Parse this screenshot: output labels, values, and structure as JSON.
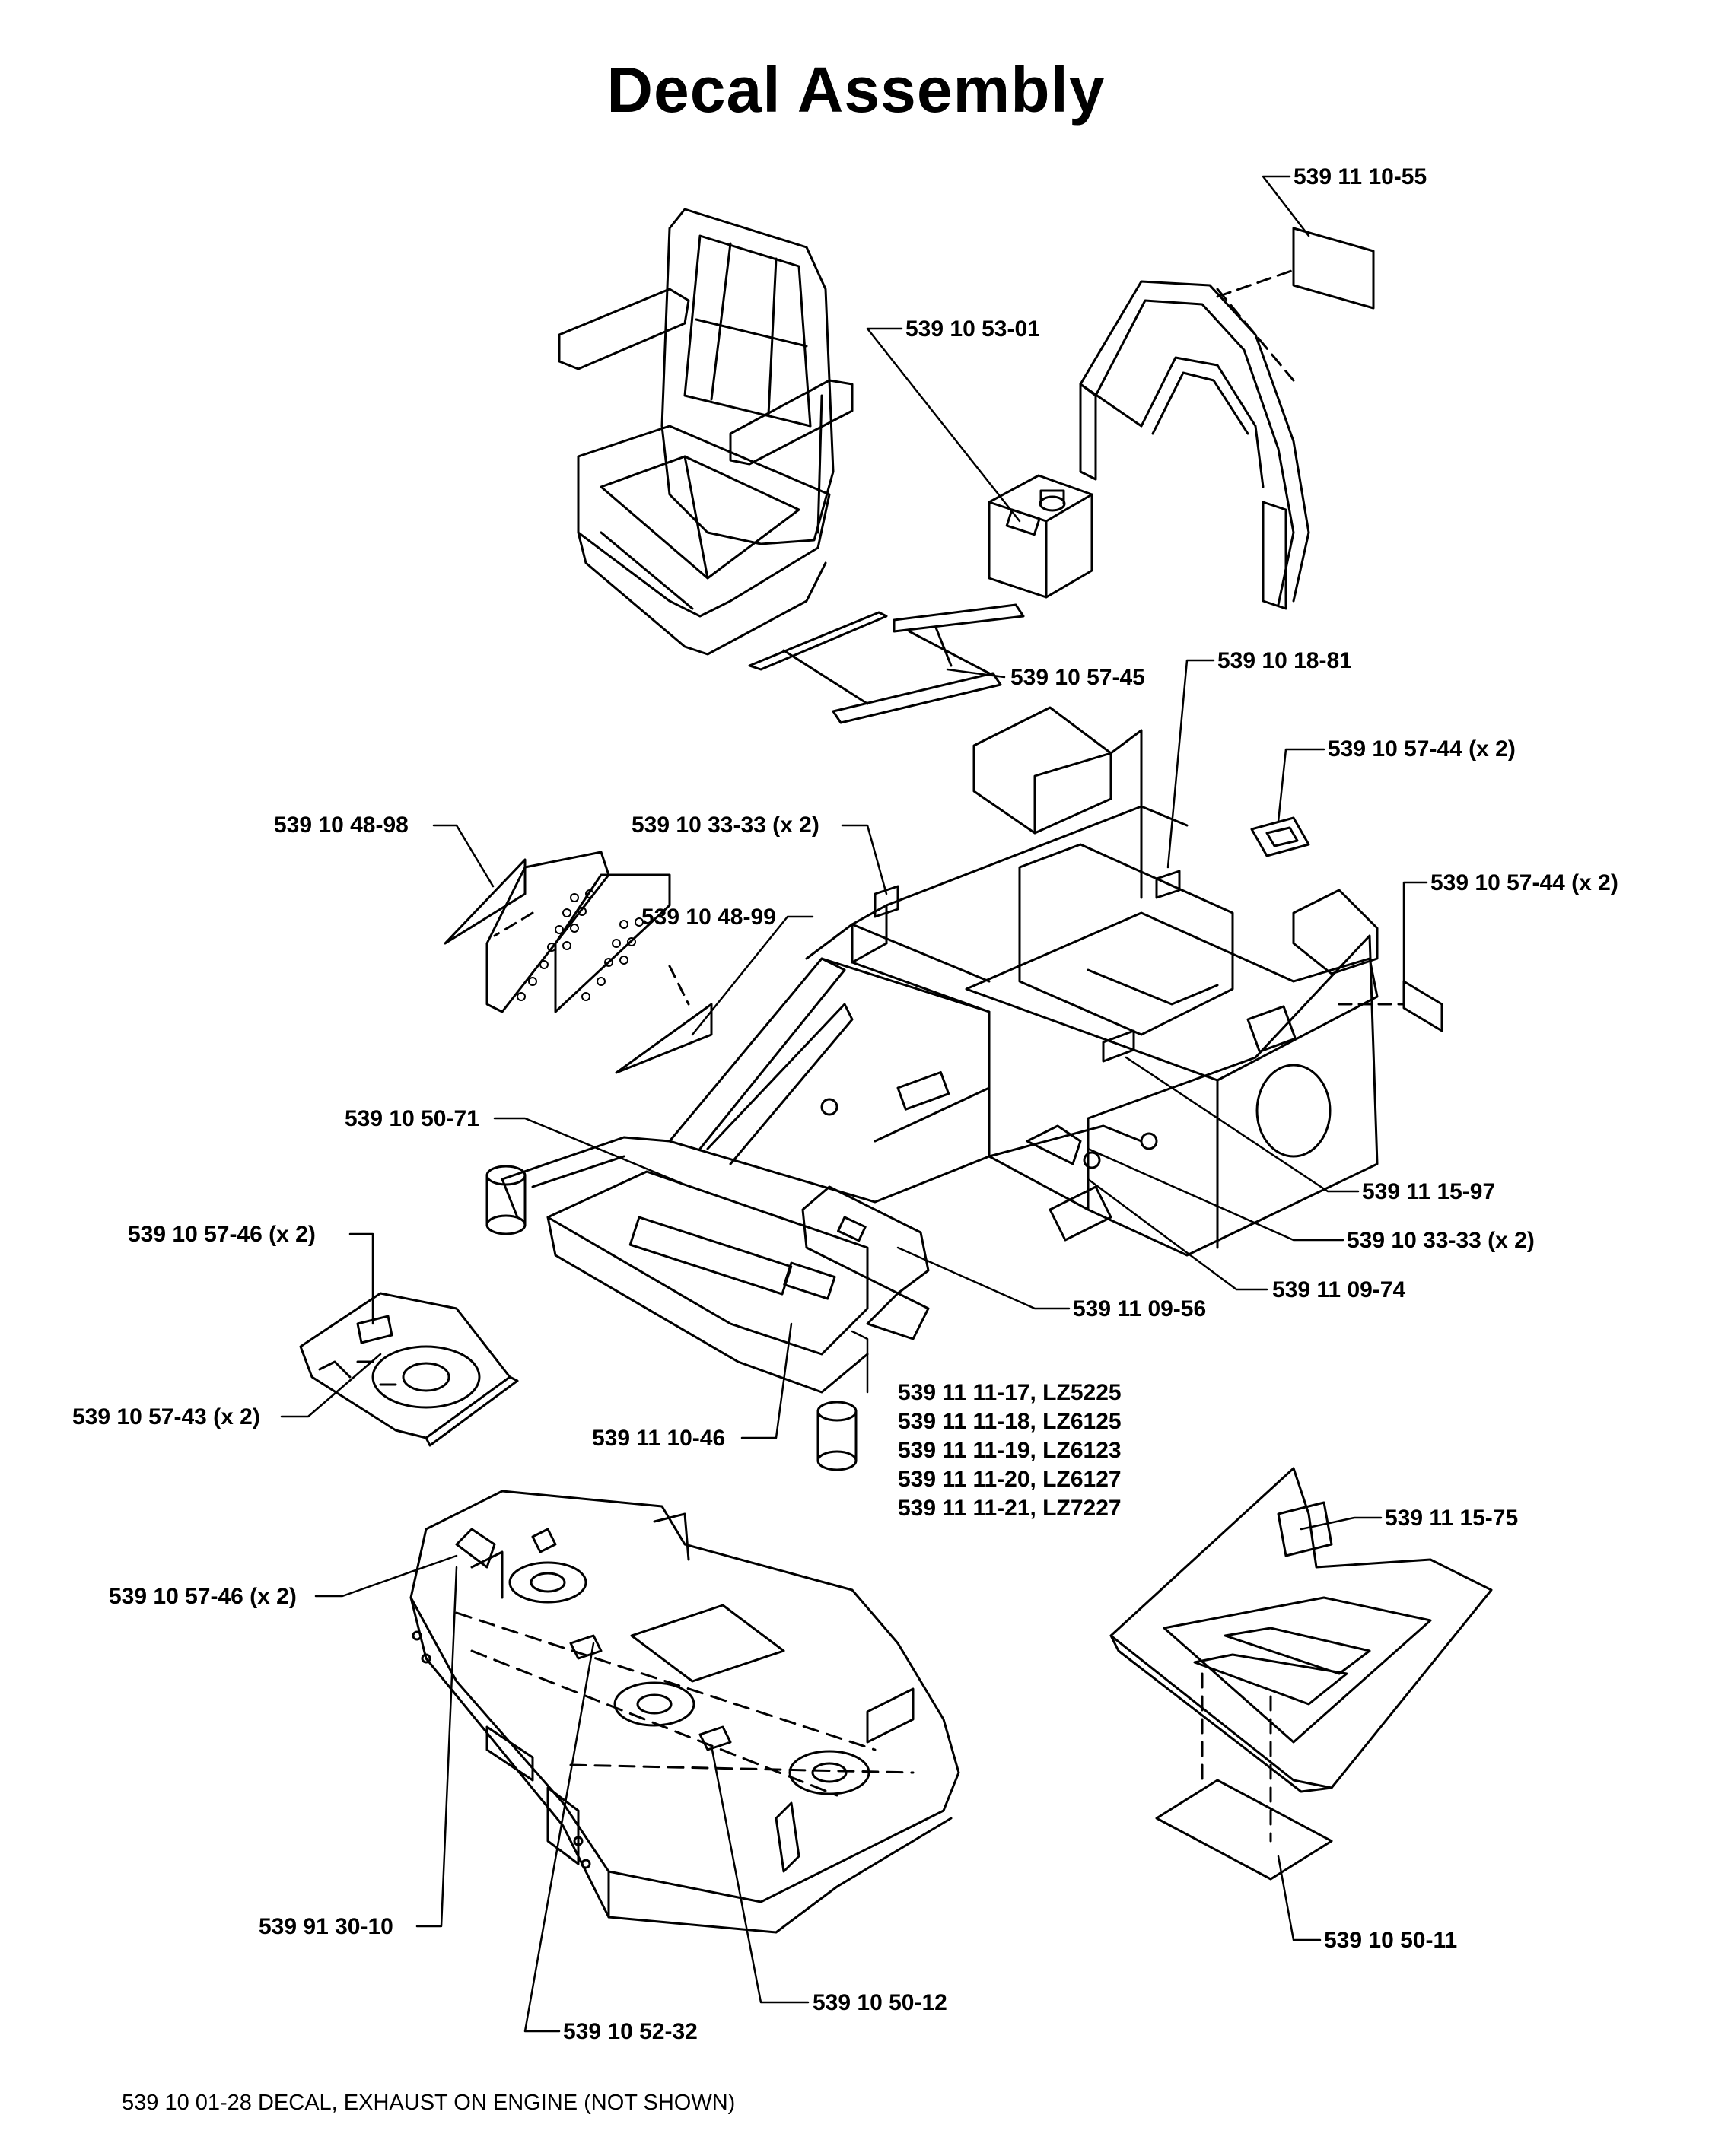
{
  "title": "Decal Assembly",
  "labels": {
    "l_1055": "539 11 10-55",
    "l_5301": "539 10 53-01",
    "l_5745": "539 10 57-45",
    "l_1881": "539 10 18-81",
    "l_5744a_part": "539 10 57-44",
    "l_5744a_qty": "(x 2)",
    "l_5744b_part": "539 10 57-44",
    "l_5744b_qty": "(x 2)",
    "l_4898": "539 10 48-98",
    "l_3333a_part": "539 10 33-33",
    "l_3333a_qty": "(x 2)",
    "l_4899": "539 10 48-99",
    "l_5071": "539 10 50-71",
    "l_1597": "539 11 15-97",
    "l_3333b_part": "539 10 33-33",
    "l_3333b_qty": "(x 2)",
    "l_0974": "539 11 09-74",
    "l_5746a_part": "539 10 57-46",
    "l_5746a_qty": "(x 2)",
    "l_0956": "539 11 09-56",
    "l_5743_part": "539 10 57-43",
    "l_5743_qty": "(x 2)",
    "l_1046": "539 11 10-46",
    "models": [
      "539 11 11-17, LZ5225",
      "539 11 11-18, LZ6125",
      "539 11 11-19, LZ6123",
      "539 11 11-20, LZ6127",
      "539 11 11-21, LZ7227"
    ],
    "l_1575": "539 11 15-75",
    "l_5746b_part": "539 10 57-46",
    "l_5746b_qty": "(x 2)",
    "l_3010": "539 91 30-10",
    "l_5011": "539 10 50-11",
    "l_5012": "539 10 50-12",
    "l_5232": "539 10 52-32"
  },
  "footer": "539 10 01-28 DECAL, EXHAUST ON ENGINE (NOT SHOWN)"
}
